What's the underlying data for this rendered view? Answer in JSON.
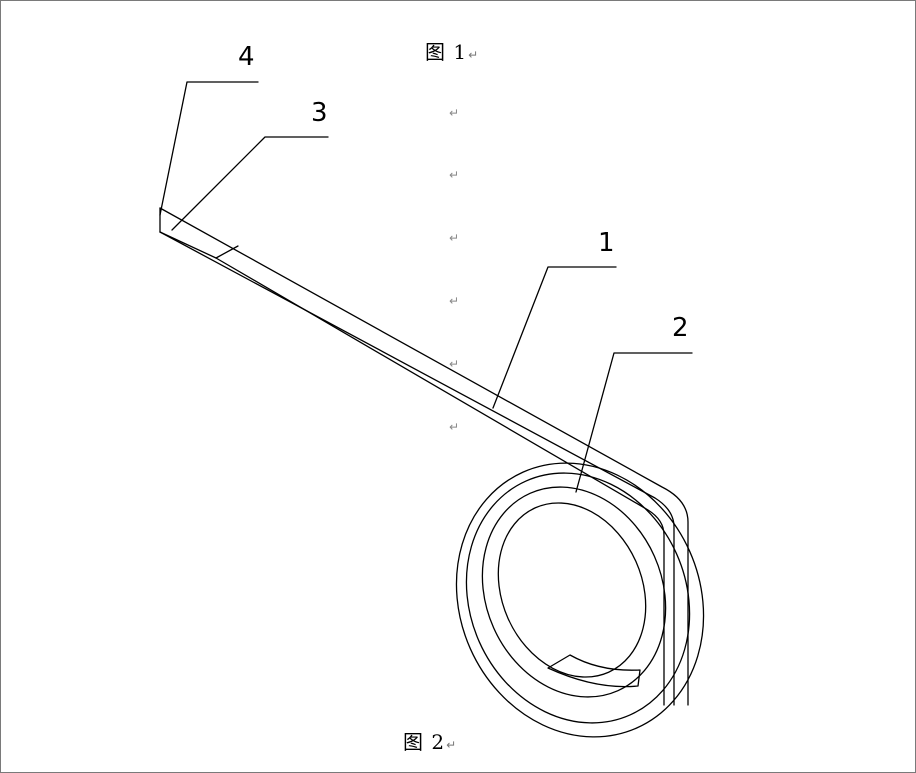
{
  "captions": {
    "figure1": "图 1",
    "figure2": "图 2",
    "return_mark": "↵"
  },
  "paragraph_marks": [
    "↵",
    "↵",
    "↵",
    "↵",
    "↵",
    "↵"
  ],
  "callouts": {
    "label_1": "1",
    "label_2": "2",
    "label_3": "3",
    "label_4": "4"
  },
  "colors": {
    "line": "#000000",
    "frame": "#7a7a7a",
    "background": "#ffffff"
  }
}
